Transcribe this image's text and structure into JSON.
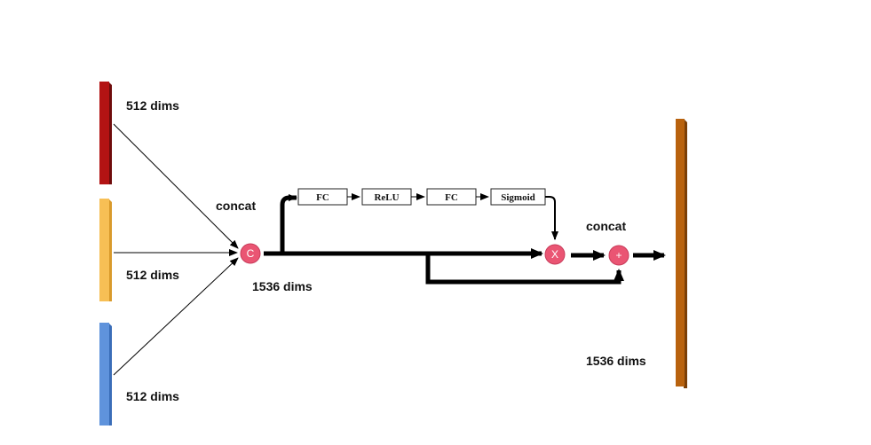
{
  "colors": {
    "bar_red": "#b31313",
    "bar_yellow": "#f7bf55",
    "bar_blue": "#5f93dc",
    "bar_brown": "#b8620e",
    "op_node": "#ea5573",
    "arrow": "#000000"
  },
  "inputs": [
    {
      "label": "512 dims"
    },
    {
      "label": "512 dims"
    },
    {
      "label": "512 dims"
    }
  ],
  "concat_label": "concat",
  "concat_node": {
    "symbol": "C"
  },
  "concat_output_label": "1536 dims",
  "se_block": [
    "FC",
    "ReLU",
    "FC",
    "Sigmoid"
  ],
  "multiply_node": {
    "symbol": "X"
  },
  "add_concat_label": "concat",
  "add_node": {
    "symbol": "+"
  },
  "output": {
    "label": "1536 dims"
  }
}
